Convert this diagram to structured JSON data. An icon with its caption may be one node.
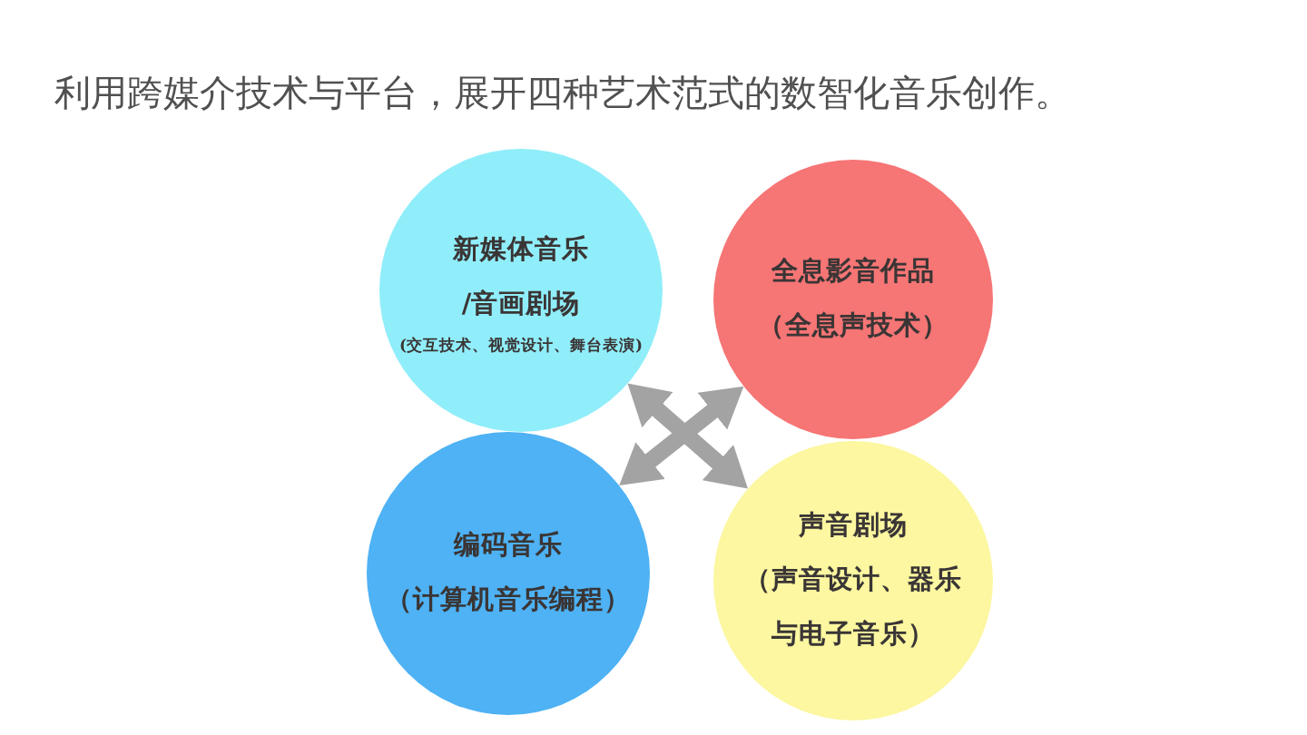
{
  "diagram": {
    "title": "利用跨媒介技术与平台，展开四种艺术范式的数智化音乐创作。",
    "nodes": [
      {
        "text": [
          "新媒体音乐/音画剧场",
          "(交互技术、视觉设计、舞台表演)"
        ]
      },
      {
        "text": [
          "全息影音作品",
          "（全息声技术）"
        ]
      },
      {
        "text": [
          "编码音乐",
          "（计算机音乐编程）"
        ]
      },
      {
        "text": [
          "声音剧场",
          "（声音设计、器乐与电子音乐）"
        ]
      }
    ],
    "edges": [
      {
        "from": 0,
        "to": 3,
        "arrow": "both"
      },
      {
        "from": 1,
        "to": 2,
        "arrow": "both"
      }
    ]
  }
}
